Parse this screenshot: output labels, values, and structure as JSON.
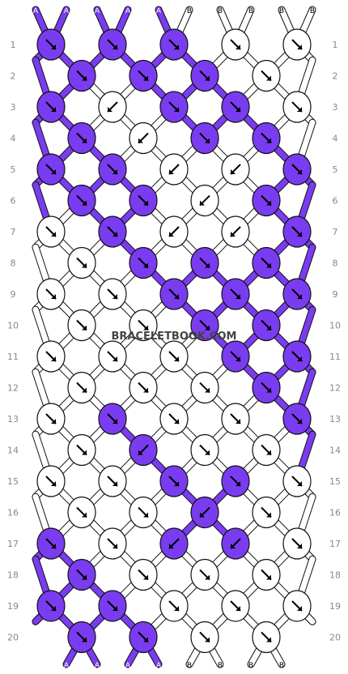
{
  "watermark": "BRACELETBOOK.COM",
  "colors": {
    "A": "#7a3cf0",
    "B": "#ffffff"
  },
  "thread_letters": [
    "A",
    "A",
    "A",
    "A",
    "A",
    "B",
    "B",
    "B",
    "B",
    "B"
  ],
  "row_labels": [
    "1",
    "2",
    "3",
    "4",
    "5",
    "6",
    "7",
    "8",
    "9",
    "10",
    "11",
    "12",
    "13",
    "14",
    "15",
    "16",
    "17",
    "18",
    "19",
    "20"
  ],
  "knot_colors": [
    [
      "A",
      "A",
      "A",
      "B",
      "B"
    ],
    [
      "A",
      "A",
      "A",
      "B"
    ],
    [
      "A",
      "B",
      "A",
      "A",
      "B"
    ],
    [
      "A",
      "B",
      "A",
      "A"
    ],
    [
      "A",
      "A",
      "B",
      "B",
      "A"
    ],
    [
      "A",
      "A",
      "B",
      "A"
    ],
    [
      "B",
      "A",
      "B",
      "B",
      "A"
    ],
    [
      "B",
      "A",
      "A",
      "A"
    ],
    [
      "B",
      "B",
      "A",
      "A",
      "A"
    ],
    [
      "B",
      "B",
      "A",
      "A"
    ],
    [
      "B",
      "B",
      "B",
      "A",
      "A"
    ],
    [
      "B",
      "B",
      "B",
      "A"
    ],
    [
      "B",
      "A",
      "B",
      "B",
      "A"
    ],
    [
      "B",
      "A",
      "B",
      "B"
    ],
    [
      "B",
      "B",
      "A",
      "A",
      "B"
    ],
    [
      "B",
      "B",
      "A",
      "B"
    ],
    [
      "A",
      "B",
      "A",
      "A",
      "B"
    ],
    [
      "A",
      "B",
      "B",
      "B"
    ],
    [
      "A",
      "A",
      "B",
      "B",
      "B"
    ],
    [
      "A",
      "A",
      "B",
      "B"
    ]
  ],
  "knot_dirs": [
    [
      "se",
      "se",
      "se",
      "se",
      "se"
    ],
    [
      "se",
      "se",
      "se",
      "se"
    ],
    [
      "se",
      "sw",
      "se",
      "se",
      "se"
    ],
    [
      "se",
      "sw",
      "se",
      "se"
    ],
    [
      "se",
      "se",
      "sw",
      "sw",
      "se"
    ],
    [
      "se",
      "se",
      "sw",
      "se"
    ],
    [
      "se",
      "se",
      "sw",
      "sw",
      "se"
    ],
    [
      "se",
      "se",
      "se",
      "se"
    ],
    [
      "se",
      "se",
      "se",
      "se",
      "se"
    ],
    [
      "se",
      "se",
      "se",
      "se"
    ],
    [
      "se",
      "se",
      "se",
      "se",
      "se"
    ],
    [
      "se",
      "se",
      "se",
      "se"
    ],
    [
      "se",
      "se",
      "se",
      "se",
      "se"
    ],
    [
      "se",
      "sw",
      "se",
      "se"
    ],
    [
      "se",
      "se",
      "se",
      "se",
      "se"
    ],
    [
      "se",
      "se",
      "sw",
      "se"
    ],
    [
      "se",
      "se",
      "sw",
      "sw",
      "se"
    ],
    [
      "se",
      "se",
      "se",
      "se"
    ],
    [
      "se",
      "se",
      "se",
      "se",
      "se"
    ],
    [
      "se",
      "se",
      "se",
      "se"
    ]
  ]
}
